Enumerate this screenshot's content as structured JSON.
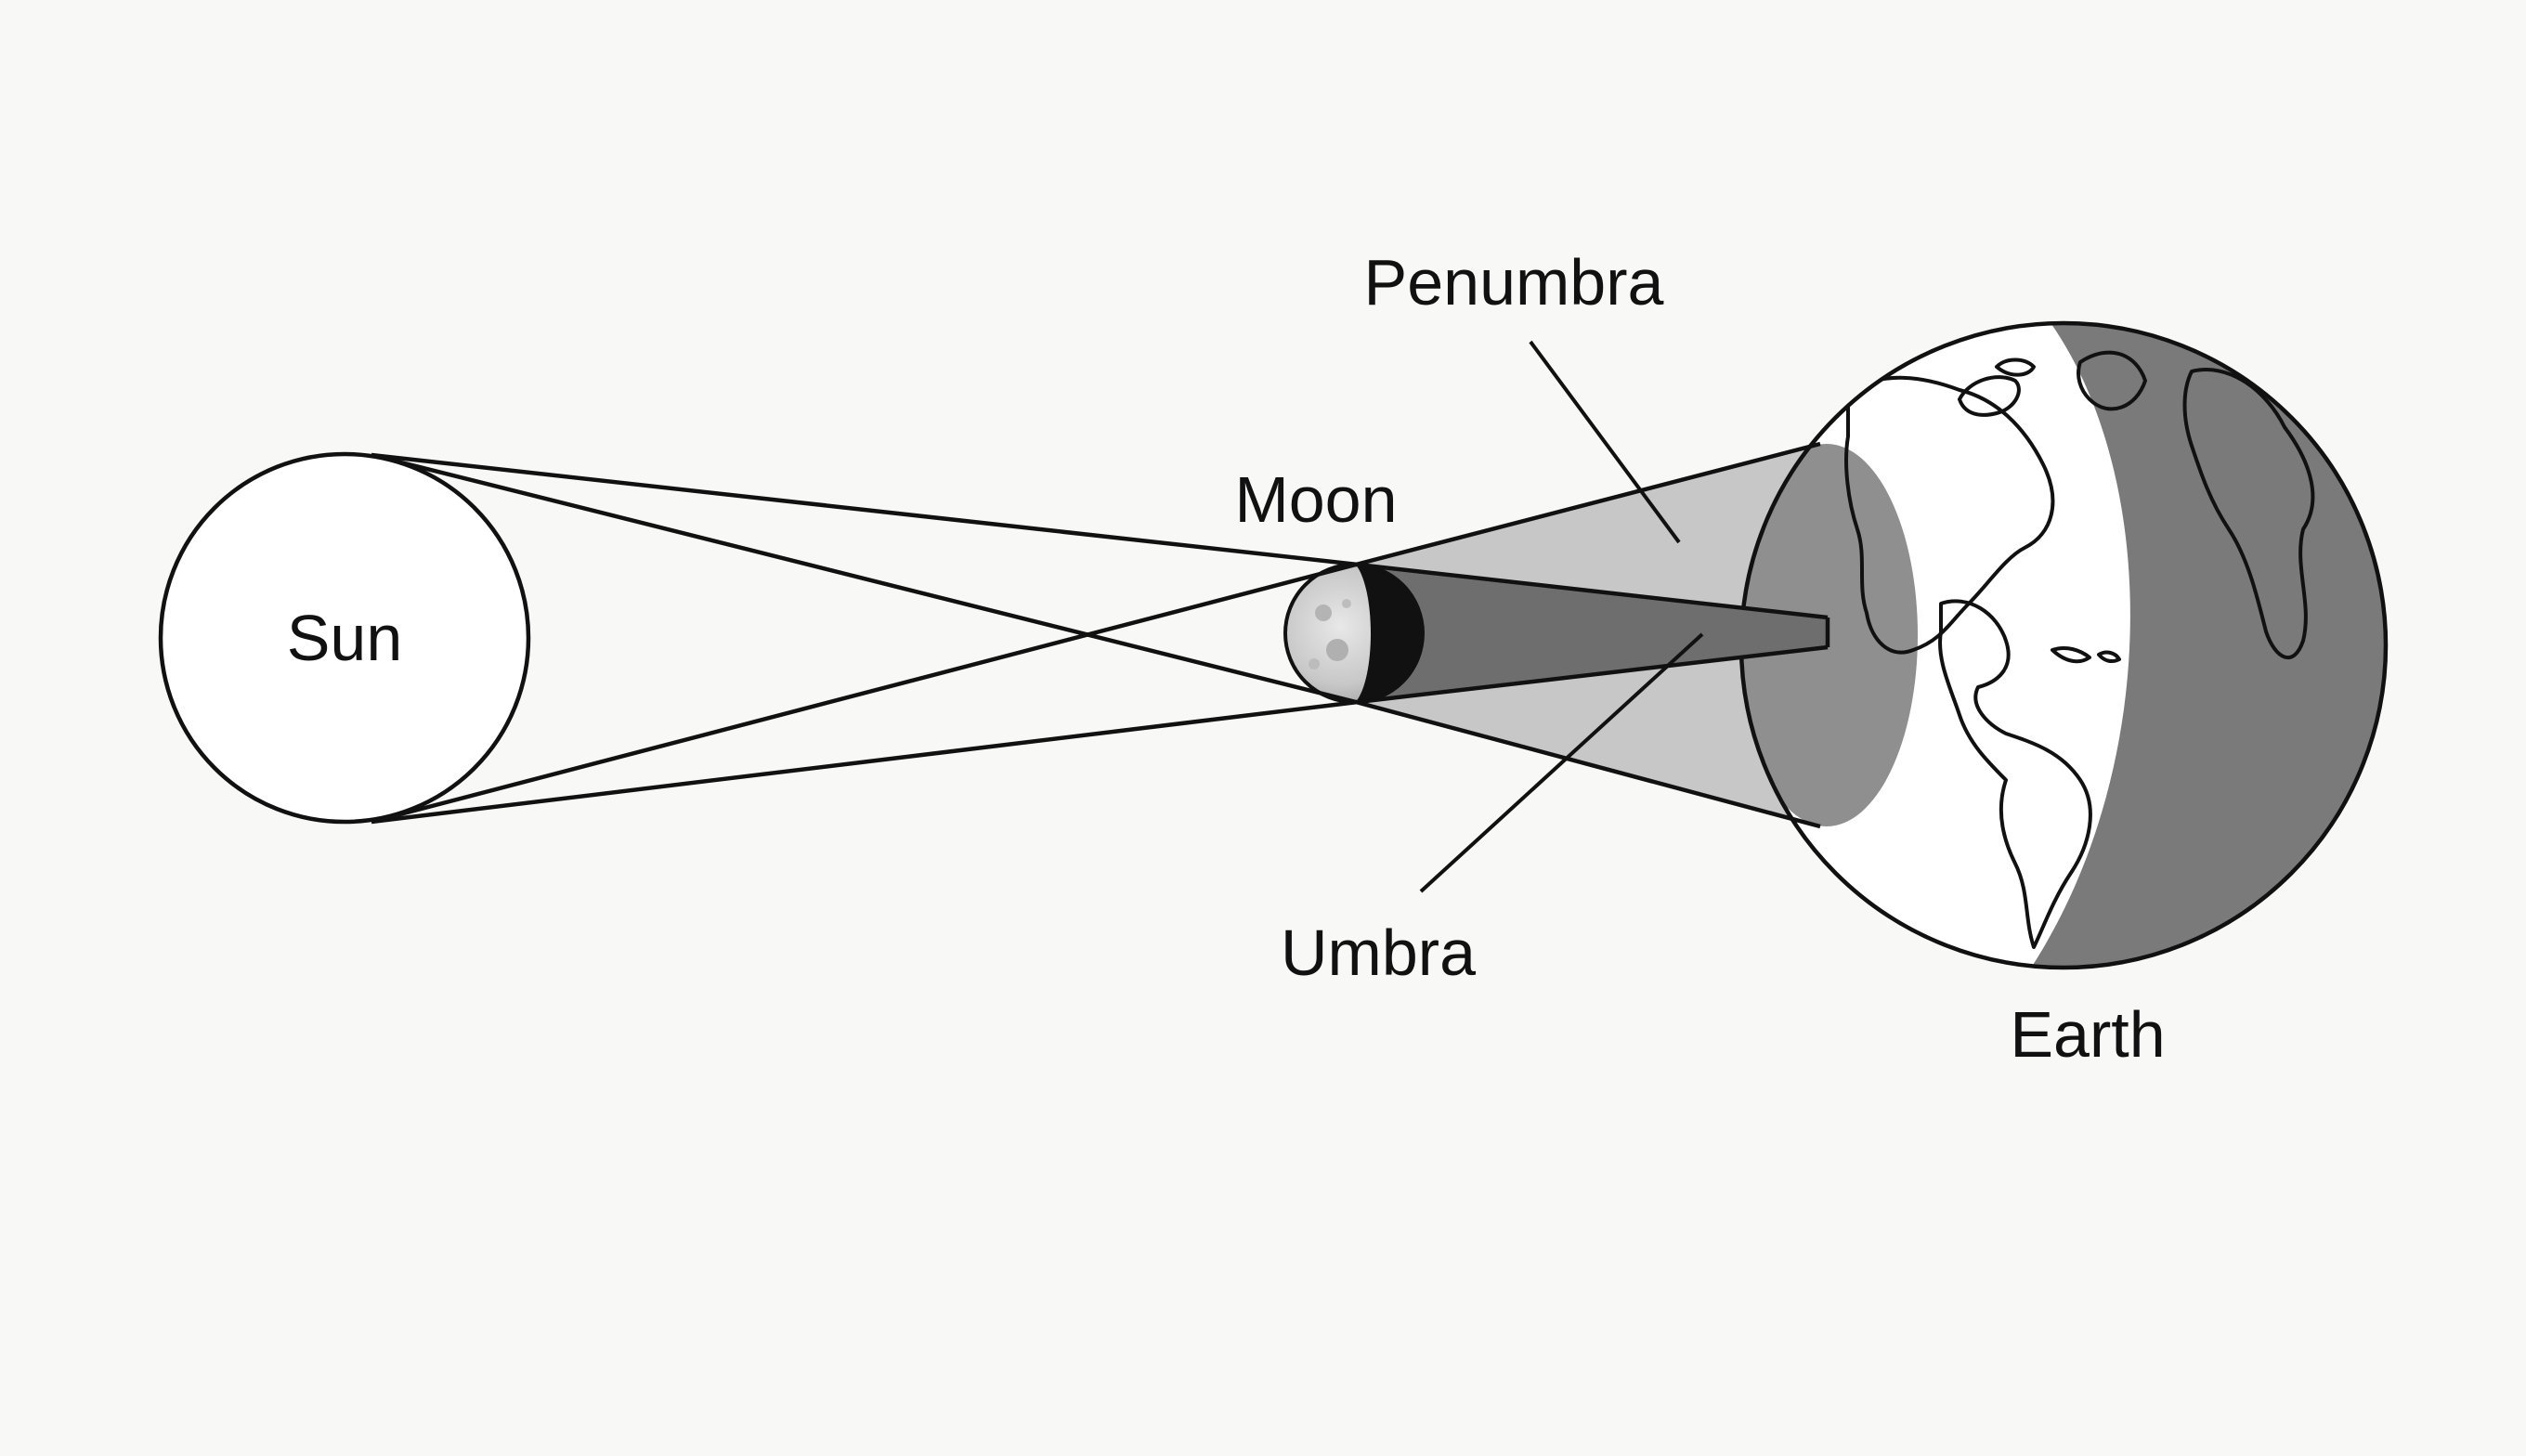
{
  "labels": {
    "sun": "Sun",
    "moon": "Moon",
    "earth": "Earth",
    "penumbra": "Penumbra",
    "umbra": "Umbra"
  },
  "colors": {
    "background": "#f8f8f6",
    "outline": "#111111",
    "penumbra_fill": "#c7c7c7",
    "umbra_fill": "#6e6e6e",
    "earth_shadow_fill": "#8f8f8f",
    "earth_night_fill": "#7a7a7a",
    "moon_lit_fill": "#d8d8d8",
    "moon_dark_fill": "#111111"
  }
}
